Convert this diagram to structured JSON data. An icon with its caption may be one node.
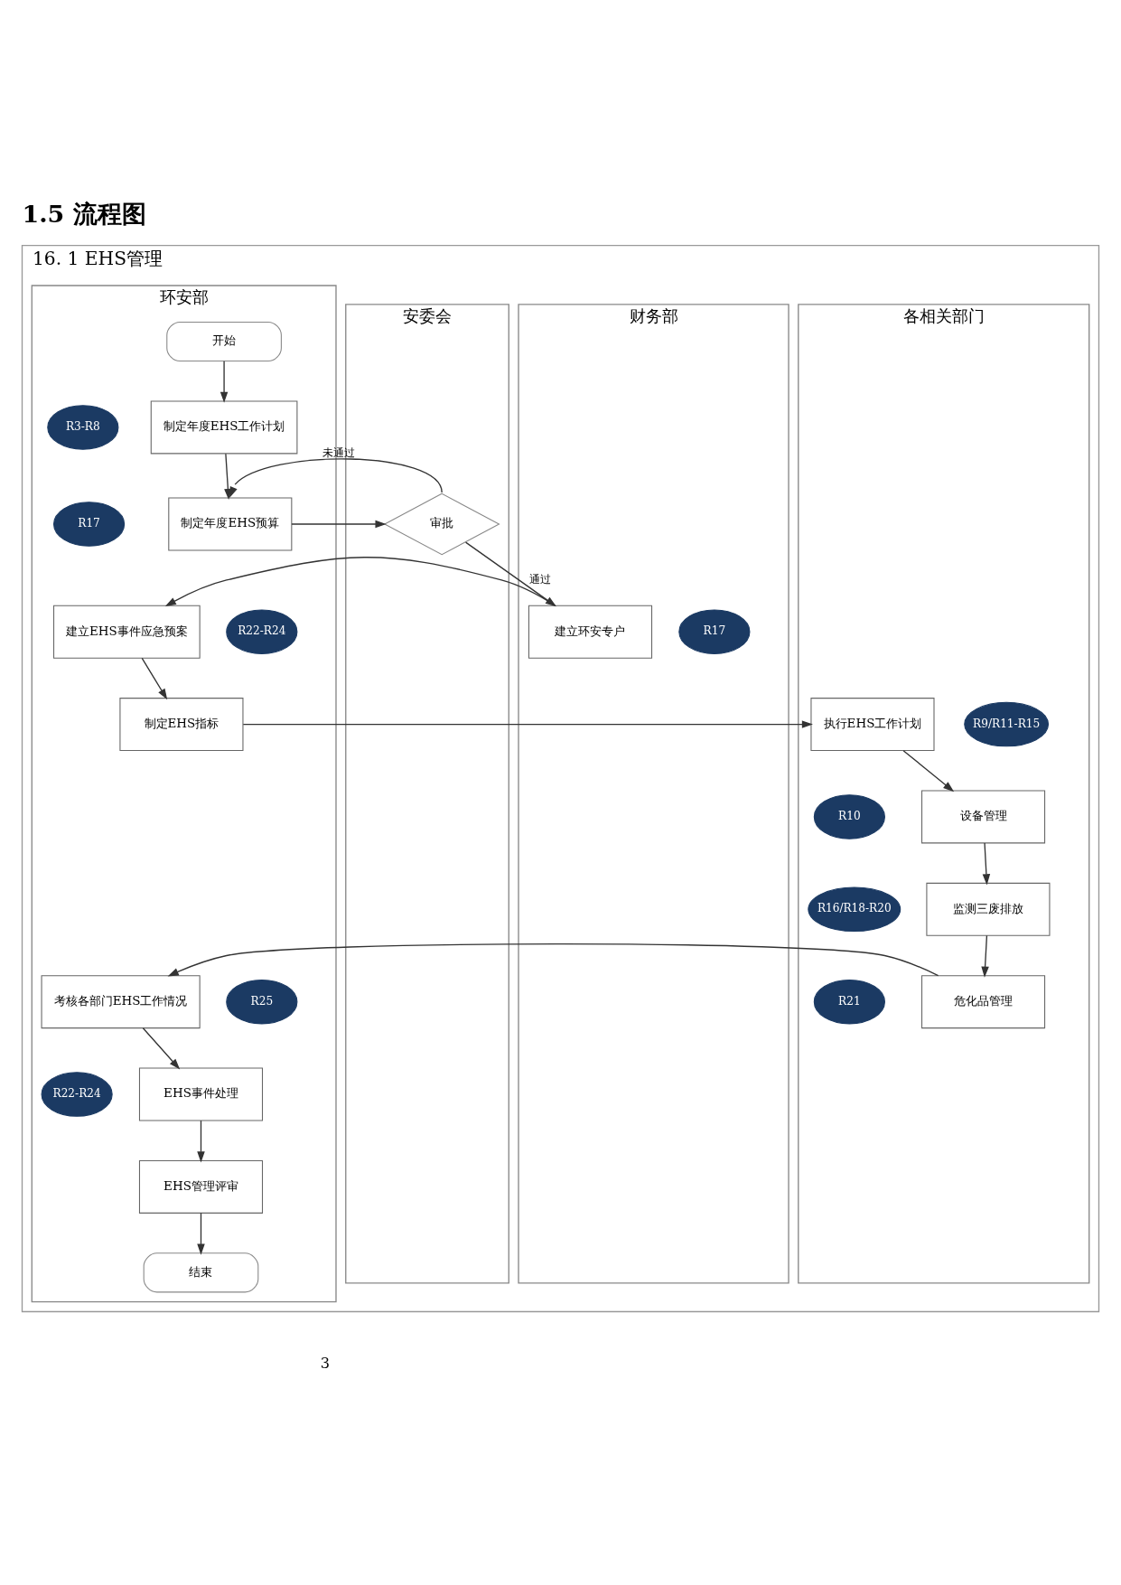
{
  "diagram": {
    "title": "1.5 流程图",
    "nodes": [
      {
        "text": [
          "16. 1 EHS管理"
        ]
      },
      {
        "text": [
          "环安部"
        ],
        "in": 0
      },
      {
        "text": [
          "安委会"
        ],
        "in": 0
      },
      {
        "text": [
          "财务部"
        ],
        "in": 0
      },
      {
        "text": [
          "各相关部门"
        ],
        "in": 0
      },
      {
        "text": [
          "开始"
        ],
        "in": 1
      },
      {
        "text": [
          "R3-R8"
        ],
        "in": 1
      },
      {
        "text": [
          "制定年度EHS工作计划"
        ],
        "in": 1
      },
      {
        "text": [
          "R17"
        ],
        "in": 1
      },
      {
        "text": [
          "R17"
        ],
        "in": 3
      },
      {
        "text": [
          "制定年度EHS预算"
        ],
        "in": 1
      },
      {
        "text": [
          "审批"
        ],
        "in": 2
      },
      {
        "text": [
          "建立环安专户"
        ],
        "in": 3
      },
      {
        "text": [
          "R22-R24"
        ],
        "in": 1
      },
      {
        "text": [
          "建立EHS事件应急预案"
        ],
        "in": 1
      },
      {
        "text": [
          "R9/R11-R15"
        ],
        "in": 4
      },
      {
        "text": [
          "制定EHS指标"
        ],
        "in": 1
      },
      {
        "text": [
          "执行EHS工作计划"
        ],
        "in": 4
      },
      {
        "text": [
          "R10"
        ],
        "in": 4
      },
      {
        "text": [
          "设备管理"
        ],
        "in": 4
      },
      {
        "text": [
          "R25"
        ],
        "in": 1
      },
      {
        "text": [
          "R16/R18-R20"
        ],
        "in": 4
      },
      {
        "text": [
          "考核各部门EHS工作情况"
        ],
        "in": 1
      },
      {
        "text": [
          "监测三废排放"
        ],
        "in": 4
      },
      {
        "text": [
          "R22-R24"
        ],
        "in": 1
      },
      {
        "text": [
          "R21"
        ],
        "in": 4
      },
      {
        "text": [
          "危化品管理"
        ],
        "in": 4
      },
      {
        "text": [
          "EHS事件处理"
        ],
        "in": 1
      },
      {
        "text": [
          "EHS管理评审"
        ],
        "in": 1
      },
      {
        "text": [
          "结束"
        ],
        "in": 1
      }
    ],
    "edges": [
      {
        "from": 5,
        "to": 7,
        "arrow": "to"
      },
      {
        "from": 7,
        "to": 10,
        "arrow": "to"
      },
      {
        "from": 10,
        "to": 11,
        "arrow": "to"
      },
      {
        "from": 11,
        "to": 10,
        "arrow": "to",
        "label": "未通过"
      },
      {
        "from": 11,
        "to": 12,
        "arrow": "to",
        "label": "通过"
      },
      {
        "from": 12,
        "to": 14,
        "arrow": "to"
      },
      {
        "from": 14,
        "to": 16,
        "arrow": "to"
      },
      {
        "from": 16,
        "to": 17,
        "arrow": "to"
      },
      {
        "from": 17,
        "to": 19,
        "arrow": "to"
      },
      {
        "from": 19,
        "to": 23,
        "arrow": "to"
      },
      {
        "from": 23,
        "to": 26,
        "arrow": "to"
      },
      {
        "from": 26,
        "to": 22,
        "arrow": "to"
      },
      {
        "from": 22,
        "to": 27,
        "arrow": "to"
      },
      {
        "from": 27,
        "to": 28,
        "arrow": "to"
      },
      {
        "from": 28,
        "to": 29,
        "arrow": "to"
      }
    ],
    "labels": [
      "3"
    ]
  }
}
